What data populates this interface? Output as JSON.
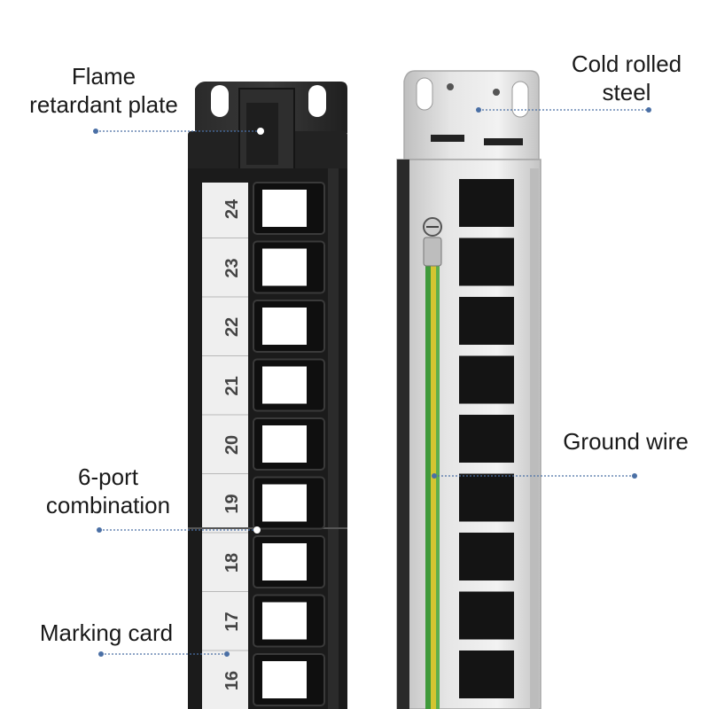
{
  "callouts": {
    "flame_line1": "Flame",
    "flame_line2": "retardant plate",
    "steel_line1": "Cold rolled",
    "steel_line2": "steel",
    "ground": "Ground wire",
    "combo_line1": "6-port",
    "combo_line2": "combination",
    "marking": "Marking card"
  },
  "port_numbers": [
    "24",
    "23",
    "22",
    "21",
    "20",
    "19",
    "18",
    "17",
    "16"
  ],
  "colors": {
    "plastic": "#1b1b1b",
    "steel": "#d6d6d6",
    "card": "#efefef",
    "leader": "#4a6fa5",
    "wire_green": "#3f9a3a",
    "wire_yellow": "#d4c531"
  }
}
